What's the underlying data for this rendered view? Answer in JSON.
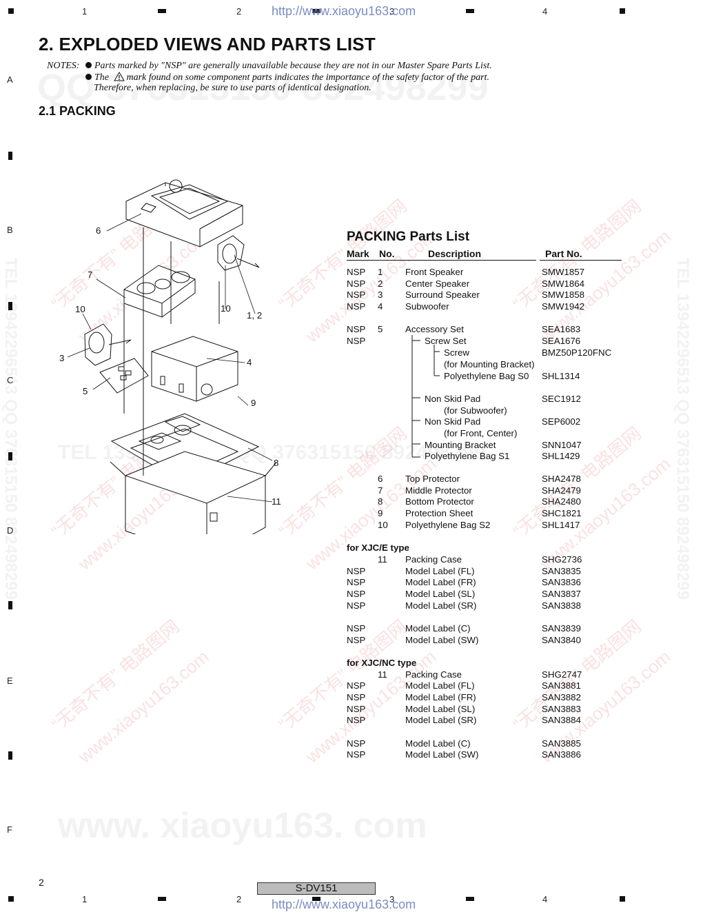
{
  "header_url": "http://www.xiaoyu163.com",
  "footer_url": "http://www.xiaoyu163.com",
  "grid": {
    "cols": [
      "1",
      "2",
      "3",
      "4"
    ],
    "rows": [
      "A",
      "B",
      "C",
      "D",
      "E",
      "F"
    ]
  },
  "title": "2. EXPLODED VIEWS AND PARTS LIST",
  "notes": {
    "label": "NOTES:",
    "line1": "Parts marked by \"NSP\" are generally unavailable because they are not in our Master Spare Parts List.",
    "line2a": "The",
    "line2b": "mark found on some component parts indicates the importance of the safety factor of the part.",
    "line3": "Therefore, when replacing, be sure to use parts of identical designation."
  },
  "section_title": "2.1 PACKING",
  "watermarks": {
    "qq_top": "QQ 376315150 892498299",
    "tel_side_left": "TEL 13942296513 QQ 376315150 892498299",
    "tel_side_right": "TEL 13942296513 QQ 376315150 892498299",
    "tel_mid": "TEL 13942296513 QQ 376315150 892498299",
    "bottom": "www. xiaoyu163. com",
    "diag1": "“无奇不有” 电路图网",
    "diag2": "www.xiaoyu163.com"
  },
  "callouts": {
    "c6": "6",
    "c7": "7",
    "c10a": "10",
    "c10b": "10",
    "c12": "1, 2",
    "c3": "3",
    "c4": "4",
    "c5": "5",
    "c9": "9",
    "c8": "8",
    "c11": "11"
  },
  "parts_list": {
    "heading": "PACKING Parts List",
    "col_mark": "Mark",
    "col_no": "No.",
    "col_desc": "Description",
    "col_part": "Part No.",
    "rows": [
      {
        "mark": "NSP",
        "no": "1",
        "desc": "Front Speaker",
        "part": "SMW1857"
      },
      {
        "mark": "NSP",
        "no": "2",
        "desc": "Center Speaker",
        "part": "SMW1864"
      },
      {
        "mark": "NSP",
        "no": "3",
        "desc": "Surround Speaker",
        "part": "SMW1858"
      },
      {
        "mark": "NSP",
        "no": "4",
        "desc": "Subwoofer",
        "part": "SMW1942"
      },
      {
        "mark": "NSP",
        "no": "5",
        "desc": "Accessory Set",
        "part": "SEA1683"
      },
      {
        "mark": "NSP",
        "no": "",
        "desc": "Screw Set",
        "part": "SEA1676"
      },
      {
        "mark": "",
        "no": "",
        "desc": "Screw",
        "part": "BMZ50P120FNC"
      },
      {
        "mark": "",
        "no": "",
        "desc": "(for Mounting Bracket)",
        "part": ""
      },
      {
        "mark": "",
        "no": "",
        "desc": "Polyethylene Bag  S0",
        "part": "SHL1314"
      },
      {
        "mark": "",
        "no": "",
        "desc": "Non Skid Pad",
        "part": "SEC1912"
      },
      {
        "mark": "",
        "no": "",
        "desc": "(for Subwoofer)",
        "part": ""
      },
      {
        "mark": "",
        "no": "",
        "desc": "Non Skid Pad",
        "part": "SEP6002"
      },
      {
        "mark": "",
        "no": "",
        "desc": "(for Front, Center)",
        "part": ""
      },
      {
        "mark": "",
        "no": "",
        "desc": "Mounting Bracket",
        "part": "SNN1047"
      },
      {
        "mark": "",
        "no": "",
        "desc": "Polyethylene Bag S1",
        "part": "SHL1429"
      },
      {
        "mark": "",
        "no": "6",
        "desc": "Top Protector",
        "part": "SHA2478"
      },
      {
        "mark": "",
        "no": "7",
        "desc": "Middle Protector",
        "part": "SHA2479"
      },
      {
        "mark": "",
        "no": "8",
        "desc": "Bottom Protector",
        "part": "SHA2480"
      },
      {
        "mark": "",
        "no": "9",
        "desc": "Protection Sheet",
        "part": "SHC1821"
      },
      {
        "mark": "",
        "no": "10",
        "desc": "Polyethylene Bag S2",
        "part": "SHL1417"
      }
    ],
    "group1_title": "for XJC/E type",
    "group1": [
      {
        "mark": "",
        "no": "11",
        "desc": "Packing Case",
        "part": "SHG2736"
      },
      {
        "mark": "NSP",
        "no": "",
        "desc": "Model Label (FL)",
        "part": "SAN3835"
      },
      {
        "mark": "NSP",
        "no": "",
        "desc": "Model Label (FR)",
        "part": "SAN3836"
      },
      {
        "mark": "NSP",
        "no": "",
        "desc": "Model Label (SL)",
        "part": "SAN3837"
      },
      {
        "mark": "NSP",
        "no": "",
        "desc": "Model Label (SR)",
        "part": "SAN3838"
      },
      {
        "mark": "NSP",
        "no": "",
        "desc": "Model Label (C)",
        "part": "SAN3839"
      },
      {
        "mark": "NSP",
        "no": "",
        "desc": "Model Label (SW)",
        "part": "SAN3840"
      }
    ],
    "group2_title": "for XJC/NC type",
    "group2": [
      {
        "mark": "",
        "no": "11",
        "desc": "Packing Case",
        "part": "SHG2747"
      },
      {
        "mark": "NSP",
        "no": "",
        "desc": "Model Label (FL)",
        "part": "SAN3881"
      },
      {
        "mark": "NSP",
        "no": "",
        "desc": "Model Label (FR)",
        "part": "SAN3882"
      },
      {
        "mark": "NSP",
        "no": "",
        "desc": "Model Label (SL)",
        "part": "SAN3883"
      },
      {
        "mark": "NSP",
        "no": "",
        "desc": "Model Label (SR)",
        "part": "SAN3884"
      },
      {
        "mark": "NSP",
        "no": "",
        "desc": "Model Label (C)",
        "part": "SAN3885"
      },
      {
        "mark": "NSP",
        "no": "",
        "desc": "Model Label (SW)",
        "part": "SAN3886"
      }
    ]
  },
  "page_number": "2",
  "model": "S-DV151"
}
